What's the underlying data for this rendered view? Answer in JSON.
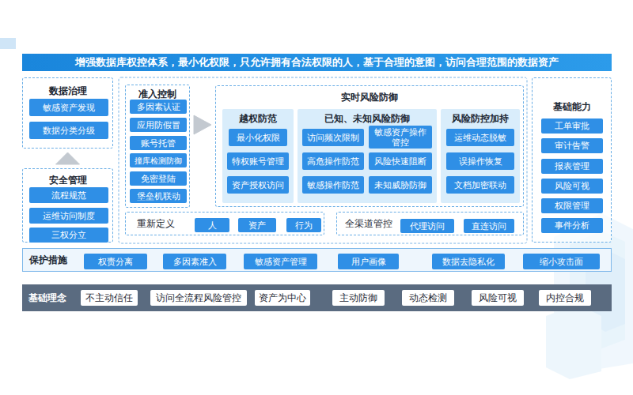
{
  "diagram": {
    "title": "增强数据库权控体系，最小化权限，只允许拥有合法权限的人，基于合理的意图，访问合理范围的数据资产",
    "nodes": [
      {
        "text": [
          "数据治理"
        ]
      },
      {
        "text": [
          "敏感资产发现"
        ],
        "in": 0
      },
      {
        "text": [
          "数据分类分级"
        ],
        "in": 0
      },
      {
        "text": [
          "安全管理"
        ]
      },
      {
        "text": [
          "流程规范"
        ],
        "in": 3
      },
      {
        "text": [
          "运维访问制度"
        ],
        "in": 3
      },
      {
        "text": [
          "三权分立"
        ],
        "in": 3
      },
      {
        "text": [
          "准入控制"
        ]
      },
      {
        "text": [
          "多因素认证"
        ],
        "in": 7
      },
      {
        "text": [
          "应用防假冒"
        ],
        "in": 7
      },
      {
        "text": [
          "账号托管"
        ],
        "in": 7
      },
      {
        "text": [
          "撞库检测防御"
        ],
        "in": 7
      },
      {
        "text": [
          "免密登陆"
        ],
        "in": 7
      },
      {
        "text": [
          "堡垒机联动"
        ],
        "in": 7
      },
      {
        "text": [
          "实时风险防御"
        ]
      },
      {
        "text": [
          "越权防范"
        ],
        "in": 14
      },
      {
        "text": [
          "最小化权限"
        ],
        "in": 15
      },
      {
        "text": [
          "特权账号管理"
        ],
        "in": 15
      },
      {
        "text": [
          "资产授权访问"
        ],
        "in": 15
      },
      {
        "text": [
          "已知、未知风险防御"
        ],
        "in": 14
      },
      {
        "text": [
          "访问频次限制"
        ],
        "in": 19
      },
      {
        "text": [
          "敏感资产操作管控"
        ],
        "in": 19
      },
      {
        "text": [
          "高危操作防范"
        ],
        "in": 19
      },
      {
        "text": [
          "风险快速阻断"
        ],
        "in": 19
      },
      {
        "text": [
          "敏感操作防范"
        ],
        "in": 19
      },
      {
        "text": [
          "未知威胁防御"
        ],
        "in": 19
      },
      {
        "text": [
          "风险防控加持"
        ],
        "in": 14
      },
      {
        "text": [
          "运维动态脱敏"
        ],
        "in": 26
      },
      {
        "text": [
          "误操作恢复"
        ],
        "in": 26
      },
      {
        "text": [
          "文档加密联动"
        ],
        "in": 26
      },
      {
        "text": [
          "重新定义"
        ]
      },
      {
        "text": [
          "人"
        ],
        "in": 30
      },
      {
        "text": [
          "资产"
        ],
        "in": 30
      },
      {
        "text": [
          "行为"
        ],
        "in": 30
      },
      {
        "text": [
          "全渠道管控"
        ]
      },
      {
        "text": [
          "代理访问"
        ],
        "in": 34
      },
      {
        "text": [
          "直连访问"
        ],
        "in": 34
      },
      {
        "text": [
          "基础能力"
        ]
      },
      {
        "text": [
          "工单审批"
        ],
        "in": 37
      },
      {
        "text": [
          "审计告警"
        ],
        "in": 37
      },
      {
        "text": [
          "报表管理"
        ],
        "in": 37
      },
      {
        "text": [
          "风险可视"
        ],
        "in": 37
      },
      {
        "text": [
          "权限管理"
        ],
        "in": 37
      },
      {
        "text": [
          "事件分析"
        ],
        "in": 37
      },
      {
        "text": [
          "保护措施"
        ]
      },
      {
        "text": [
          "权责分离"
        ],
        "in": 44
      },
      {
        "text": [
          "多因素准入"
        ],
        "in": 44
      },
      {
        "text": [
          "敏感资产管理"
        ],
        "in": 44
      },
      {
        "text": [
          "用户画像"
        ],
        "in": 44
      },
      {
        "text": [
          "数据去隐私化"
        ],
        "in": 44
      },
      {
        "text": [
          "缩小攻击面"
        ],
        "in": 44
      },
      {
        "text": [
          "基础理念"
        ]
      },
      {
        "text": [
          "不主动信任"
        ],
        "in": 51
      },
      {
        "text": [
          "访问全流程风险管控"
        ],
        "in": 51
      },
      {
        "text": [
          "资产为中心"
        ],
        "in": 51
      },
      {
        "text": [
          "主动防御"
        ],
        "in": 51
      },
      {
        "text": [
          "动态检测"
        ],
        "in": 51
      },
      {
        "text": [
          "风险可视"
        ],
        "in": 51
      },
      {
        "text": [
          "内控合规"
        ],
        "in": 51
      }
    ],
    "edges": [
      {
        "from": 3,
        "to": 0,
        "arrow": "to"
      },
      {
        "from": 7,
        "to": 14,
        "arrow": "to"
      }
    ]
  }
}
